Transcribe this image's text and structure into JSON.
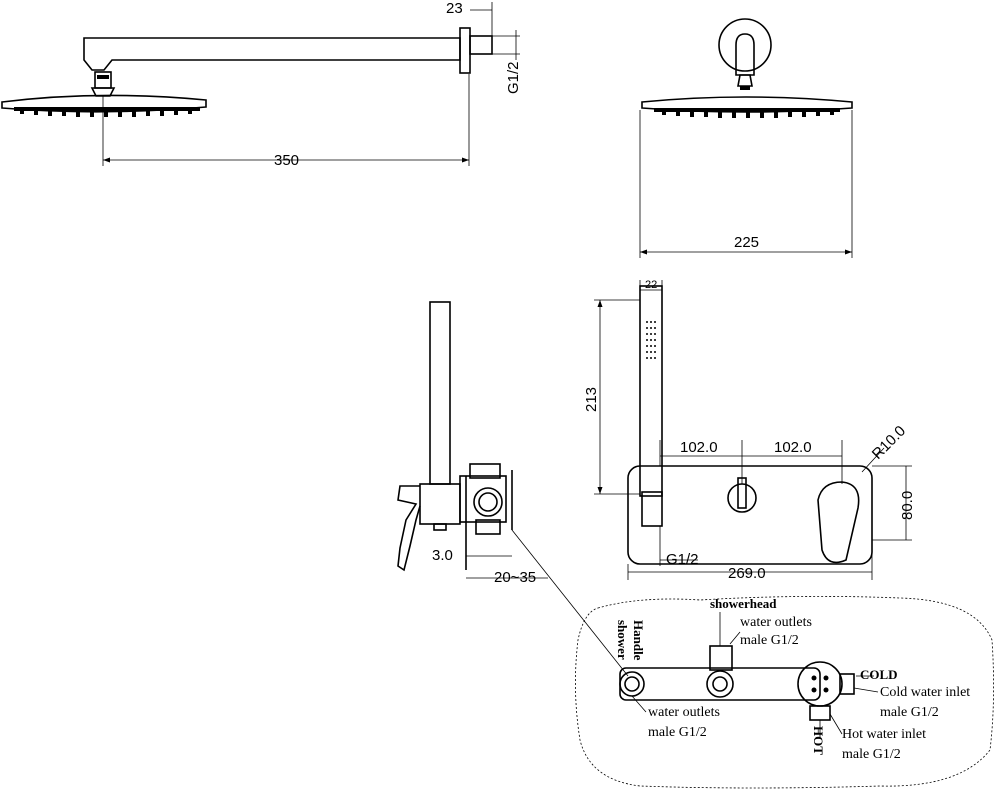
{
  "dims": {
    "arm_length": "350",
    "wall_flange": "23",
    "thread_top": "G1/2",
    "head_diameter": "225",
    "hand_shower_width": "22",
    "hand_shower_height": "213",
    "spacing_left": "102.0",
    "spacing_right": "102.0",
    "corner_radius": "R10.0",
    "plate_height": "80.0",
    "plate_width": "269.0",
    "thread_bottom": "G1/2",
    "wall_gap": "3.0",
    "depth_range": "20~35"
  },
  "valve": {
    "showerhead": "showerhead",
    "outlets_top_1": "water outlets",
    "outlets_top_2": "male G1/2",
    "handle_1": "Handle",
    "handle_2": "shower",
    "outlets_bottom_1": "water outlets",
    "outlets_bottom_2": "male G1/2",
    "cold": "COLD",
    "cold_inlet_1": "Cold water inlet",
    "cold_inlet_2": "male G1/2",
    "hot": "HOT",
    "hot_inlet_1": "Hot water inlet",
    "hot_inlet_2": "male G1/2"
  }
}
